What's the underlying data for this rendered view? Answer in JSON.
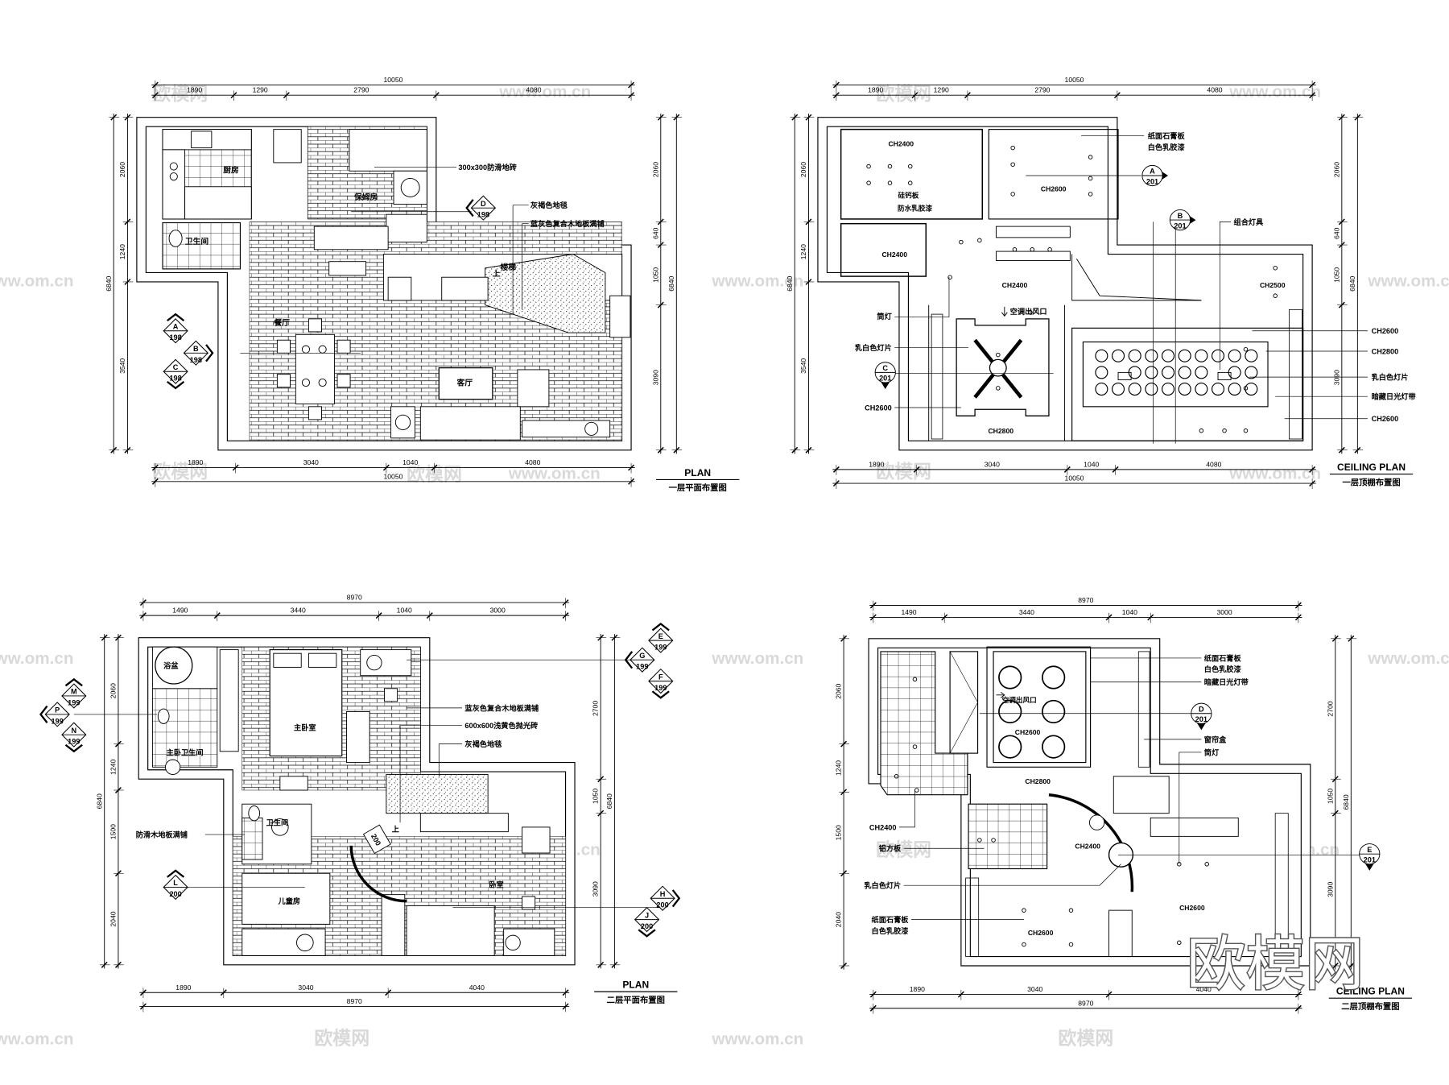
{
  "plans": [
    {
      "title": "PLAN",
      "subtitle": "一层平面布置图",
      "dims": {
        "top_total": "10050",
        "top": [
          "1890",
          "1290",
          "2790",
          "4080"
        ],
        "bottom": [
          "1890",
          "3040",
          "1040",
          "4080"
        ],
        "bottom_total": "10050",
        "left": [
          "2060",
          "1240",
          "3540"
        ],
        "left_total": "6840",
        "right": [
          "2060",
          "640",
          "1050",
          "3090"
        ],
        "right_total": "6840"
      },
      "labels": [
        "厨房",
        "保姆房",
        "卫生间",
        "楼梯",
        "上",
        "餐厅",
        "客厅"
      ],
      "notes": [
        "300x300防滑地砖",
        "灰褐色地毯",
        "蓝灰色复合木地板满铺"
      ],
      "markers": [
        {
          "letter": "D",
          "sheet": "198"
        },
        {
          "letter": "A",
          "sheet": "198"
        },
        {
          "letter": "B",
          "sheet": "198"
        },
        {
          "letter": "C",
          "sheet": "198"
        }
      ]
    },
    {
      "title": "CEILING PLAN",
      "subtitle": "一层顶棚布置图",
      "dims": {
        "top_total": "10050",
        "top": [
          "1890",
          "1290",
          "2790",
          "4080"
        ],
        "bottom": [
          "1890",
          "3040",
          "1040",
          "4080"
        ],
        "bottom_total": "10050",
        "left": [
          "2060",
          "1240",
          "3540"
        ],
        "left_total": "6840",
        "right": [
          "2060",
          "640",
          "1050",
          "3090"
        ],
        "right_total": "6840"
      },
      "labels": [
        "CH2400",
        "硅钙板",
        "防水乳胶漆",
        "CH2600",
        "CH2400",
        "CH2400",
        "CH2500",
        "CH2800"
      ],
      "notes": [
        "纸面石膏板",
        "白色乳胶漆",
        "组合灯具",
        "筒灯",
        "空调出风口",
        "乳白色灯片",
        "CH2600",
        "CH2600",
        "CH2800",
        "乳白色灯片",
        "暗藏日光灯带",
        "CH2600"
      ],
      "markers": [
        {
          "letter": "A",
          "sheet": "201"
        },
        {
          "letter": "B",
          "sheet": "201"
        },
        {
          "letter": "C",
          "sheet": "201"
        }
      ]
    },
    {
      "title": "PLAN",
      "subtitle": "二层平面布置图",
      "dims": {
        "top_total": "8970",
        "top": [
          "1490",
          "3440",
          "1040",
          "3000"
        ],
        "bottom": [
          "1890",
          "3040",
          "4040"
        ],
        "bottom_total": "8970",
        "left": [
          "2060",
          "1240",
          "1500",
          "2040"
        ],
        "left_total": "6840",
        "right": [
          "2700",
          "1050",
          "3090"
        ],
        "right_total": "6840"
      },
      "labels": [
        "浴盆",
        "主卧室",
        "主卧卫生间",
        "卫生间",
        "上",
        "儿童房",
        "卧室"
      ],
      "notes": [
        "蓝灰色复合木地板满铺",
        "600x600浅黄色抛光砖",
        "灰褐色地毯",
        "防滑木地板满铺"
      ],
      "markers": [
        {
          "letter": "M",
          "sheet": "199"
        },
        {
          "letter": "P",
          "sheet": "199"
        },
        {
          "letter": "N",
          "sheet": "199"
        },
        {
          "letter": "E",
          "sheet": "199"
        },
        {
          "letter": "G",
          "sheet": "199"
        },
        {
          "letter": "F",
          "sheet": "199"
        },
        {
          "letter": "L",
          "sheet": "200"
        },
        {
          "letter": "H",
          "sheet": "200"
        },
        {
          "letter": "J",
          "sheet": "200"
        }
      ],
      "stair_marker": "200"
    },
    {
      "title": "CEILING PLAN",
      "subtitle": "二层顶棚布置图",
      "dims": {
        "top_total": "8970",
        "top": [
          "1490",
          "3440",
          "1040",
          "3000"
        ],
        "bottom": [
          "1890",
          "3040",
          "4040"
        ],
        "bottom_total": "8970",
        "left": [
          "2060",
          "1240",
          "1500",
          "2040"
        ],
        "right": [
          "2700",
          "1050",
          "3090"
        ],
        "right_total": "6840"
      },
      "labels": [
        "CH2600",
        "CH2800",
        "CH2400",
        "CH2600",
        "CH2600",
        "空调出风口"
      ],
      "notes": [
        "纸面石膏板",
        "白色乳胶漆",
        "暗藏日光灯带",
        "窗帘盒",
        "筒灯",
        "CH2400",
        "铝方板",
        "乳白色灯片",
        "纸面石膏板",
        "白色乳胶漆"
      ],
      "markers": [
        {
          "letter": "D",
          "sheet": "201"
        },
        {
          "letter": "E",
          "sheet": "201"
        }
      ]
    }
  ],
  "watermarks": {
    "brand": "欧模网",
    "url": "www.om.cn"
  }
}
